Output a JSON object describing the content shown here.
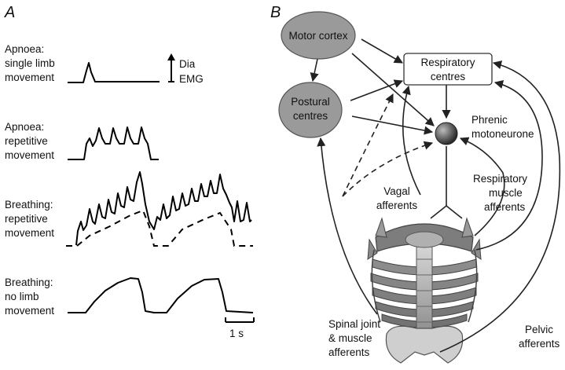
{
  "panel_a": {
    "letter": "A",
    "conditions": [
      {
        "label_lines": [
          "Apnoea:",
          "single limb",
          "movement"
        ]
      },
      {
        "label_lines": [
          "Apnoea:",
          "repetitive",
          "movement"
        ]
      },
      {
        "label_lines": [
          "Breathing:",
          "repetitive",
          "movement"
        ]
      },
      {
        "label_lines": [
          "Breathing:",
          "no limb",
          "movement"
        ]
      }
    ],
    "scale_label_lines": [
      "Dia",
      "EMG"
    ],
    "time_scale_label": "1 s"
  },
  "panel_b": {
    "letter": "B",
    "nodes": {
      "motor_cortex": "Motor cortex",
      "postural_centres": [
        "Postural",
        "centres"
      ],
      "respiratory_centres": [
        "Respiratory",
        "centres"
      ],
      "phrenic_motoneurone": [
        "Phrenic",
        "motoneurone"
      ]
    },
    "afferents": {
      "vagal": [
        "Vagal",
        "afferents"
      ],
      "respiratory_muscle": [
        "Respiratory",
        "muscle",
        "afferents"
      ],
      "spinal": [
        "Spinal joint",
        "& muscle",
        "afferents"
      ],
      "pelvic": [
        "Pelvic",
        "afferents"
      ]
    }
  }
}
